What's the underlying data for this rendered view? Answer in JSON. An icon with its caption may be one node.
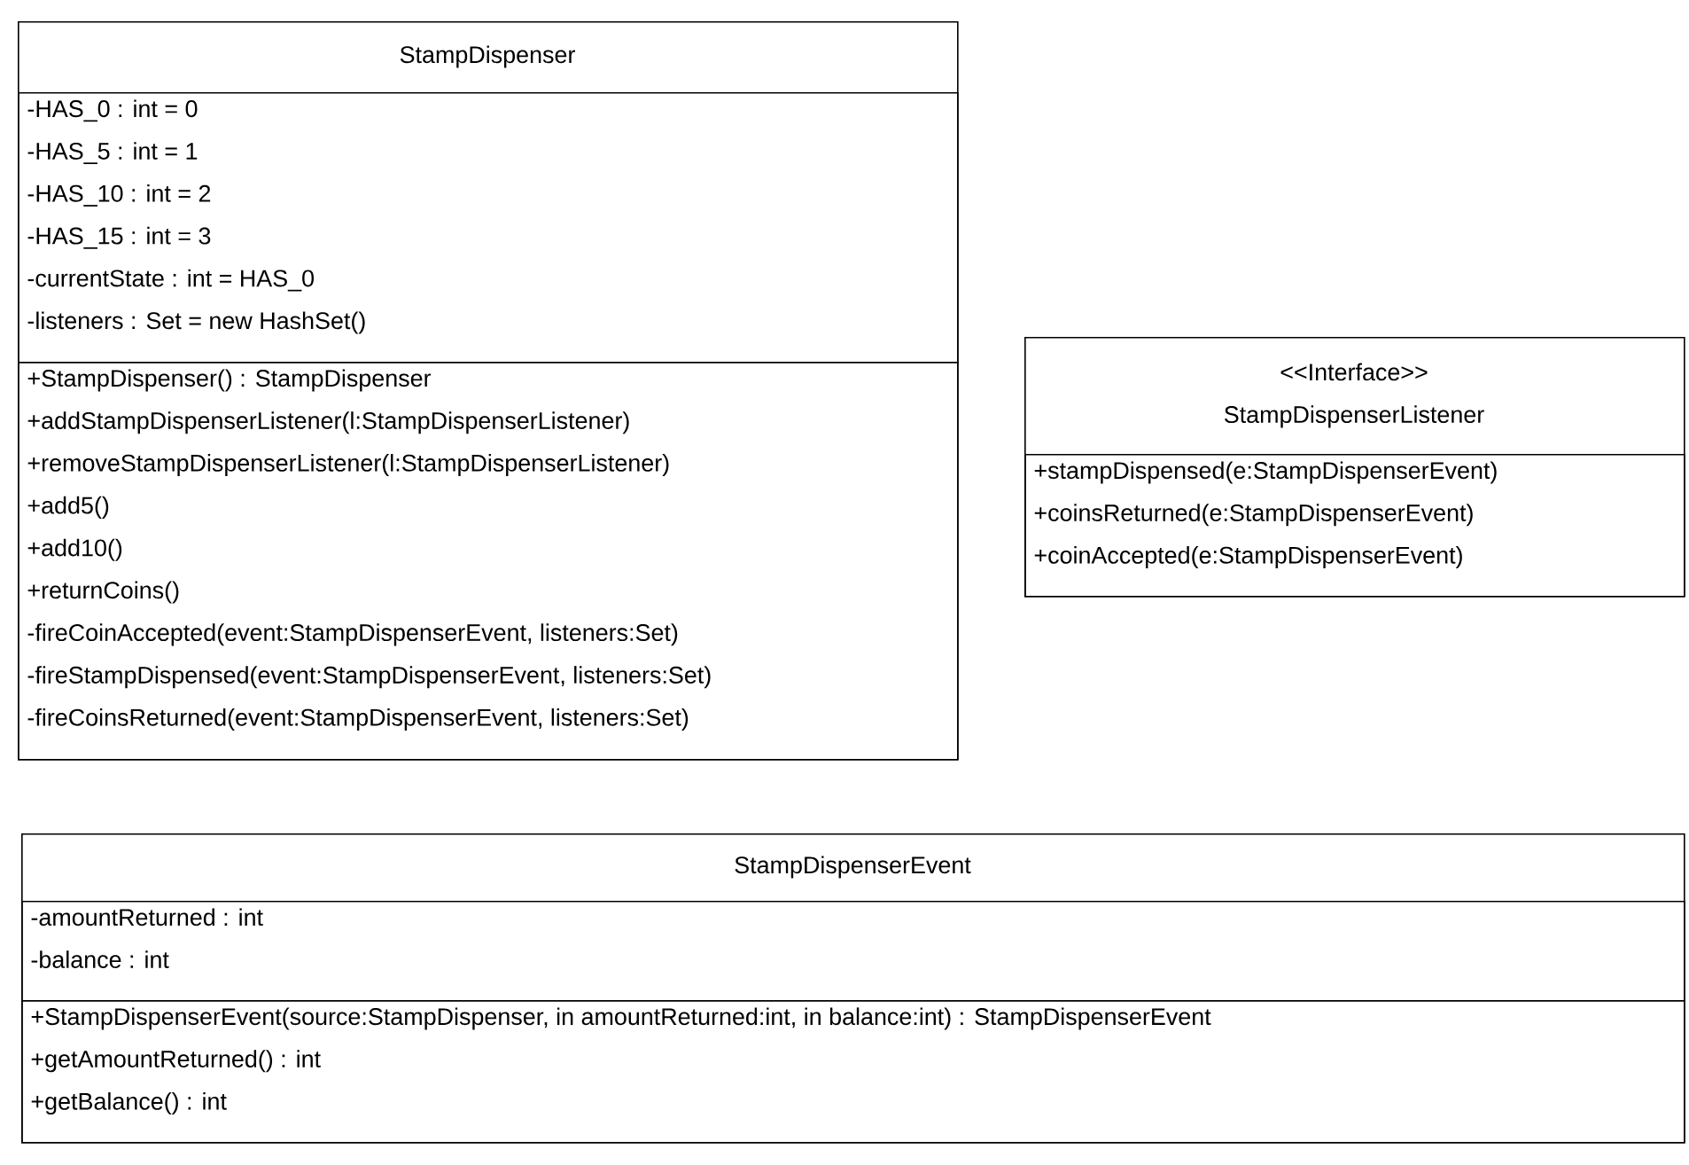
{
  "diagram": {
    "nodes": [
      {
        "text": [
          "StampDispenser"
        ]
      },
      {
        "text": [
          "-HAS_0 : int = 0",
          "-HAS_5 : int = 1",
          "-HAS_10 : int = 2",
          "-HAS_15 : int = 3",
          "-currentState : int = HAS_0",
          "-listeners : Set = new HashSet()"
        ],
        "in": 0
      },
      {
        "text": [
          "+StampDispenser() : StampDispenser",
          "+addStampDispenserListener(l:StampDispenserListener)",
          "+removeStampDispenserListener(l:StampDispenserListener)",
          "+add5()",
          "+add10()",
          "+returnCoins()",
          "-fireCoinAccepted(event:StampDispenserEvent, listeners:Set)",
          "-fireStampDispensed(event:StampDispenserEvent, listeners:Set)",
          "-fireCoinsReturned(event:StampDispenserEvent, listeners:Set)"
        ],
        "in": 0
      },
      {
        "text": [
          "<<Interface>>",
          "StampDispenserListener"
        ]
      },
      {
        "text": [
          "+stampDispensed(e:StampDispenserEvent)",
          "+coinsReturned(e:StampDispenserEvent)",
          "+coinAccepted(e:StampDispenserEvent)"
        ],
        "in": 3
      },
      {
        "text": [
          "StampDispenserEvent"
        ]
      },
      {
        "text": [
          "-amountReturned : int",
          "-balance : int"
        ],
        "in": 5
      },
      {
        "text": [
          "+StampDispenserEvent(source:StampDispenser, in amountReturned:int, in balance:int) : StampDispenserEvent",
          "+getAmountReturned() : int",
          "+getBalance() : int"
        ],
        "in": 5
      }
    ]
  }
}
